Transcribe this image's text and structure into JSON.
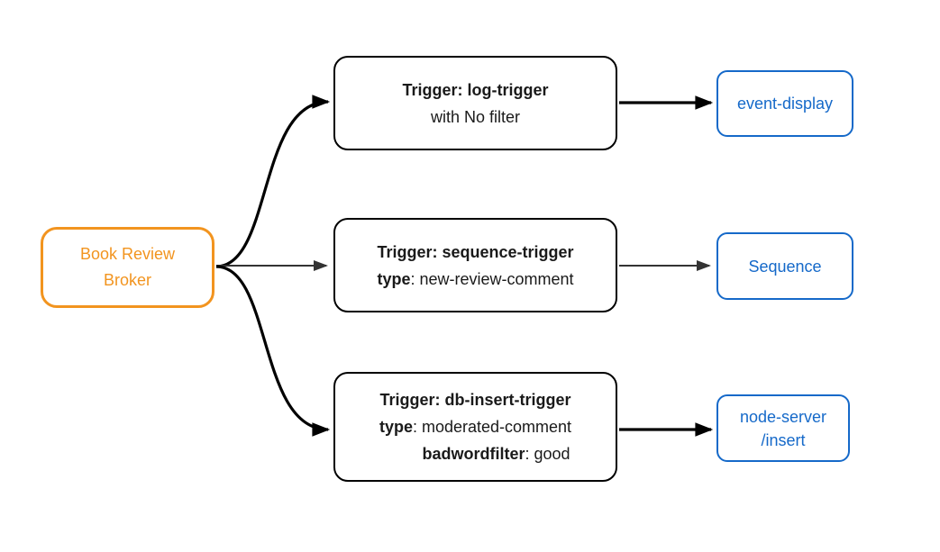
{
  "diagram": {
    "colors": {
      "background": "#ffffff",
      "broker_accent": "#F2941F",
      "sink_accent": "#1569C9",
      "node_border": "#000000",
      "text_dark": "#1a1a1a",
      "edge_dark": "#000000",
      "edge_gray": "#333333"
    },
    "broker": {
      "line1": "Book Review",
      "line2": "Broker"
    },
    "triggers": [
      {
        "title": "Trigger: log-trigger",
        "line2_plain": "with No filter"
      },
      {
        "title": "Trigger: sequence-trigger",
        "line2_key": "type",
        "line2_value": ": new-review-comment"
      },
      {
        "title": "Trigger: db-insert-trigger",
        "line2_key": "type",
        "line2_value": ": moderated-comment",
        "line3_key": "badwordfilter",
        "line3_value": ": good"
      }
    ],
    "sinks": [
      {
        "line1": "event-display"
      },
      {
        "line1": "Sequence"
      },
      {
        "line1": "node-server",
        "line2": "/insert"
      }
    ]
  }
}
